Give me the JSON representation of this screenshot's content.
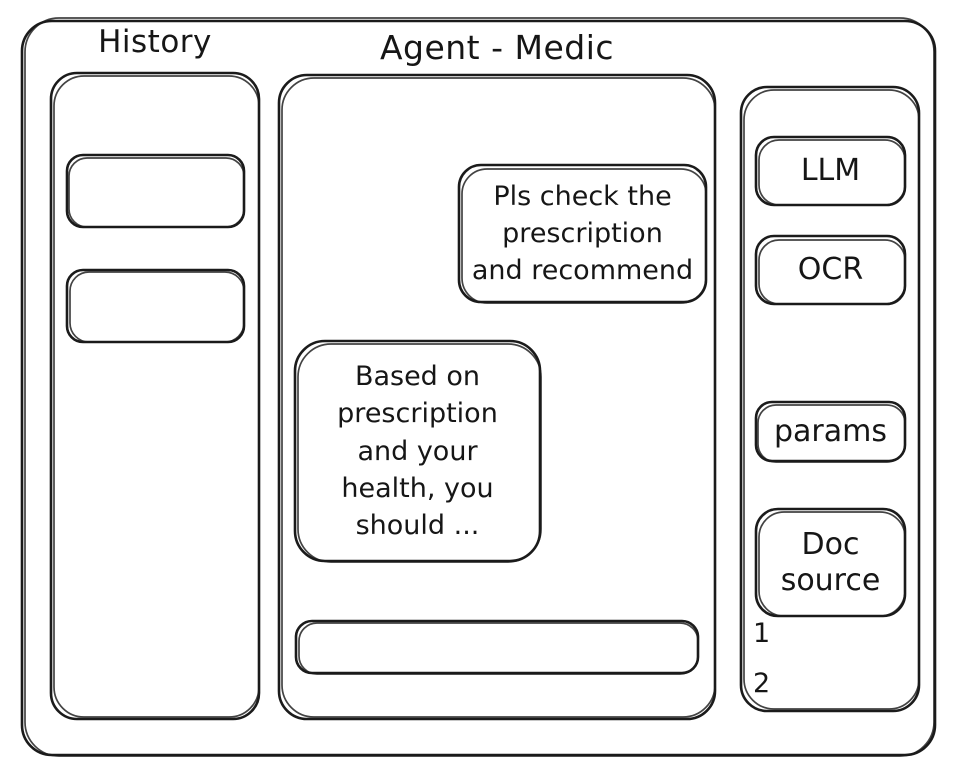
{
  "window": {
    "name": "agent-app-wireframe"
  },
  "sidebar": {
    "title": "History",
    "items": [
      {
        "label": ""
      },
      {
        "label": ""
      }
    ]
  },
  "main": {
    "title": "Agent - Medic",
    "messages": [
      {
        "role": "user",
        "text": "Pls check the\nprescription\nand recommend"
      },
      {
        "role": "assistant",
        "text": "Based on\nprescription\nand your\nhealth, you\nshould ..."
      }
    ],
    "composer": {
      "value": "",
      "placeholder": ""
    }
  },
  "tools": {
    "buttons": [
      {
        "label": "LLM"
      },
      {
        "label": "OCR"
      },
      {
        "label": "params"
      },
      {
        "label": "Doc\nsource"
      }
    ],
    "doc_source_items": [
      "1",
      "2"
    ]
  },
  "colors": {
    "ink": "#1b1b1b",
    "paper": "#ffffff"
  }
}
